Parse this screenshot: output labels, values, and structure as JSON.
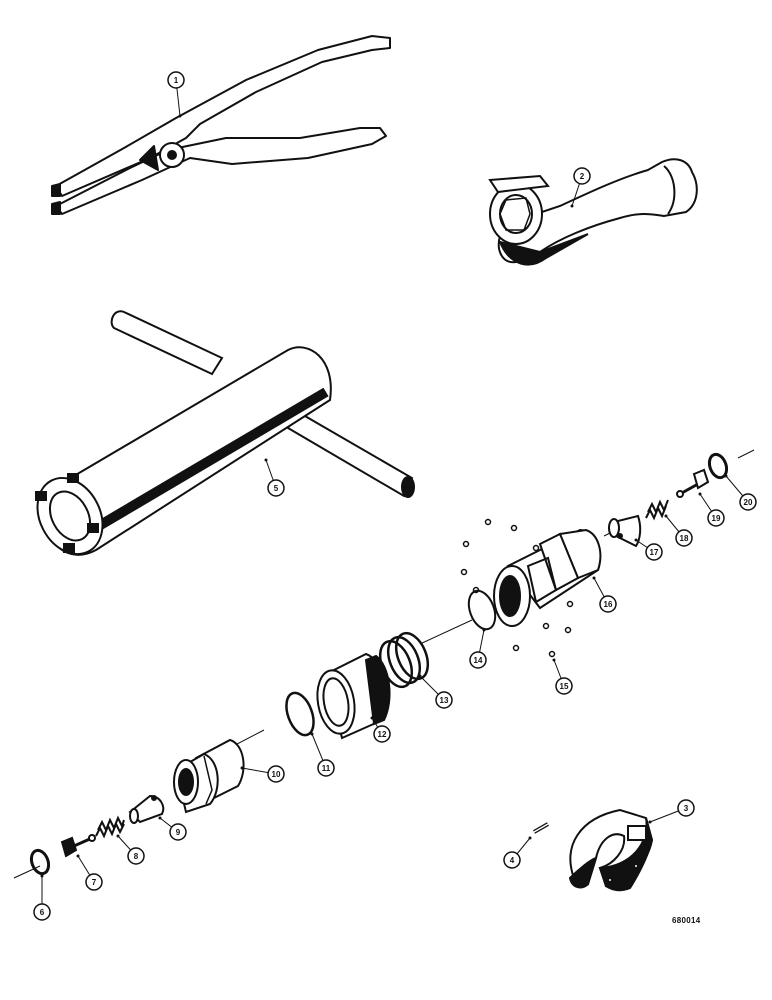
{
  "figure_code": "680014",
  "parts": [
    {
      "id": "pliers",
      "callout": "1"
    },
    {
      "id": "crowfoot-wrench",
      "callout": "2"
    },
    {
      "id": "c-wrench",
      "callout": "3"
    },
    {
      "id": "pin",
      "callout": "4"
    },
    {
      "id": "t-handle-socket-wrench",
      "callout": "5"
    },
    {
      "id": "snap-ring-left",
      "callout": "6"
    },
    {
      "id": "poppet-left",
      "callout": "7"
    },
    {
      "id": "spring-left",
      "callout": "8"
    },
    {
      "id": "seat-left",
      "callout": "9"
    },
    {
      "id": "coupler-body",
      "callout": "10"
    },
    {
      "id": "retaining-ring",
      "callout": "11"
    },
    {
      "id": "sleeve",
      "callout": "12"
    },
    {
      "id": "sleeve-spring",
      "callout": "13"
    },
    {
      "id": "wire-ring",
      "callout": "14"
    },
    {
      "id": "balls",
      "callout": "15"
    },
    {
      "id": "coupler-housing",
      "callout": "16"
    },
    {
      "id": "seat-right",
      "callout": "17"
    },
    {
      "id": "spring-right",
      "callout": "18"
    },
    {
      "id": "poppet-right",
      "callout": "19"
    },
    {
      "id": "snap-ring-right",
      "callout": "20"
    }
  ]
}
